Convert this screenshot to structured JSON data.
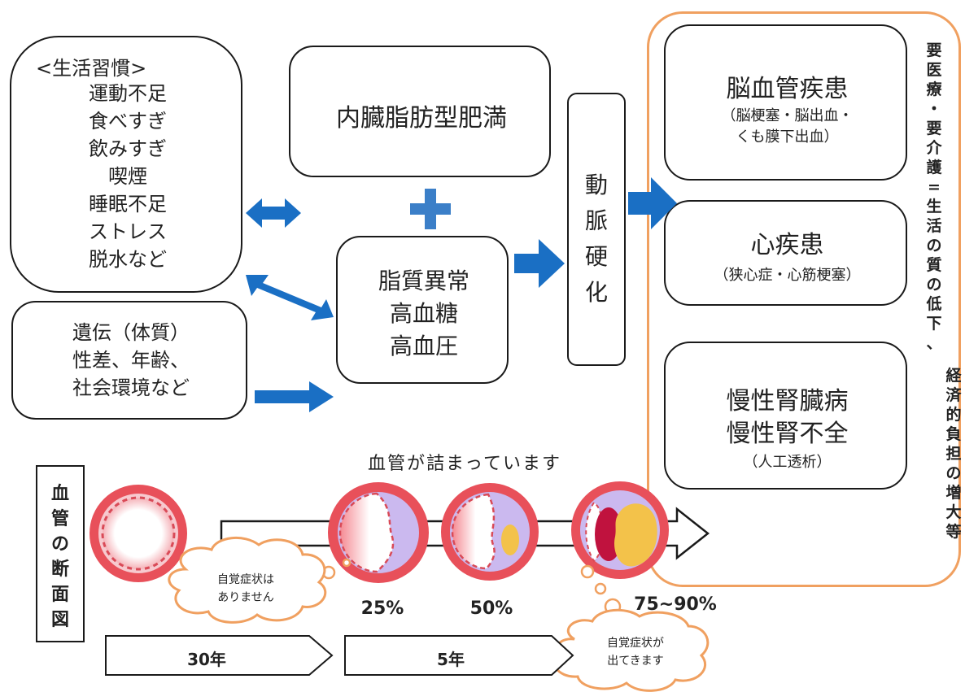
{
  "lifestyle": {
    "title": "<生活習慣>",
    "items": [
      "運動不足",
      "食べすぎ",
      "飲みすぎ",
      "喫煙",
      "睡眠不足",
      "ストレス",
      "脱水など"
    ]
  },
  "genetics": {
    "lines": [
      "遺伝（体質）",
      "性差、年齢、",
      "社会環境など"
    ]
  },
  "obesity": {
    "label": "内臓脂肪型肥満"
  },
  "conditions": {
    "lines": [
      "脂質異常",
      "高血糖",
      "高血圧"
    ]
  },
  "arteriosclerosis": {
    "chars": [
      "動",
      "脈",
      "硬",
      "化"
    ]
  },
  "diseases": {
    "cerebro": {
      "title": "脳血管疾患",
      "sub1": "（脳梗塞・脳出血・",
      "sub2": "くも膜下出血）"
    },
    "cardiac": {
      "title": "心疾患",
      "sub": "（狭心症・心筋梗塞）"
    },
    "renal": {
      "title1": "慢性腎臓病",
      "title2": "慢性腎不全",
      "sub": "（人工透析）"
    }
  },
  "outcome": {
    "col1": [
      "要",
      "医",
      "療",
      "・",
      "要",
      "介",
      "護",
      "=",
      "生",
      "活",
      "の",
      "質",
      "の",
      "低",
      "下",
      "、"
    ],
    "col2": [
      "経",
      "済",
      "的",
      "負",
      "担",
      "の",
      "増",
      "大",
      "等"
    ]
  },
  "vessel": {
    "side_label": [
      "血",
      "管",
      "の",
      "断",
      "面",
      "図"
    ],
    "blocked_title": "血管が詰まっています",
    "pct": [
      "25%",
      "50%",
      "75~90%"
    ],
    "bubble1": [
      "自覚症状は",
      "ありません"
    ],
    "bubble2": [
      "自覚症状が",
      "出てきます"
    ]
  },
  "timeline": {
    "seg1": "30年",
    "seg2": "5年"
  },
  "colors": {
    "arrow": "#1a6fc4",
    "accent_border": "#f0a060",
    "vessel_red": "#e8505a",
    "plaque_purple": "#b9a6e6",
    "plaque_yellow": "#f3c24a",
    "clot": "#c0123e"
  }
}
